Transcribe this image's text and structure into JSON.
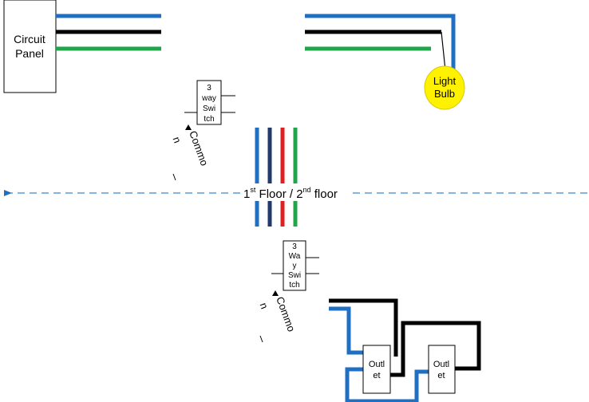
{
  "colors": {
    "wire_blue": "#1f6fc3",
    "wire_black": "#000000",
    "wire_green": "#1fa64a",
    "wire_red": "#e02020",
    "wire_navy": "#1f3a6b",
    "bulb_fill": "#fff200",
    "floor_line": "#5b9bd5"
  },
  "labels": {
    "circuit_panel_line1": "Circuit",
    "circuit_panel_line2": "Panel",
    "light_bulb_line1": "Light",
    "light_bulb_line2": "Bulb",
    "switch_upper_lines": [
      "3",
      "way",
      "Swi",
      "tch"
    ],
    "switch_lower_lines": [
      "3",
      "Wa",
      "y",
      "Swi",
      "tch"
    ],
    "common_upper_lines": [
      "Commo",
      "n"
    ],
    "common_lower_lines": [
      "Commo",
      "n"
    ],
    "floor_label_1": "1",
    "floor_label_sup1": "st",
    "floor_label_2": " Floor / 2",
    "floor_label_sup2": "nd",
    "floor_label_3": " floor",
    "outlet_1_lines": [
      "Outl",
      "et"
    ],
    "outlet_2_lines": [
      "Outl",
      "et"
    ]
  }
}
